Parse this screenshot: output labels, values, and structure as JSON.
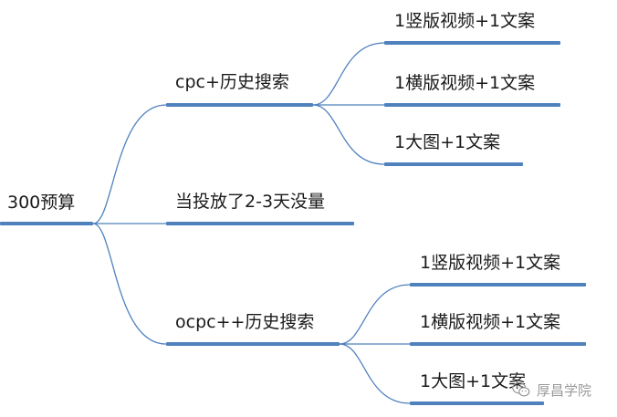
{
  "root": {
    "label": "300预算"
  },
  "branches": [
    {
      "label": "cpc+历史搜索",
      "children": [
        {
          "label": "1竖版视频+1文案"
        },
        {
          "label": "1横版视频+1文案"
        },
        {
          "label": "1大图+1文案"
        }
      ]
    },
    {
      "label": "当投放了2-3天没量",
      "children": []
    },
    {
      "label": "ocpc++历史搜索",
      "children": [
        {
          "label": "1竖版视频+1文案"
        },
        {
          "label": "1横版视频+1文案"
        },
        {
          "label": "1大图+1文案"
        }
      ]
    }
  ],
  "watermark": {
    "text": "厚昌学院",
    "icon": "wechat-icon"
  },
  "colors": {
    "line": "#4f81bd",
    "text": "#1a1a1a",
    "watermark": "#9a9a9a"
  }
}
